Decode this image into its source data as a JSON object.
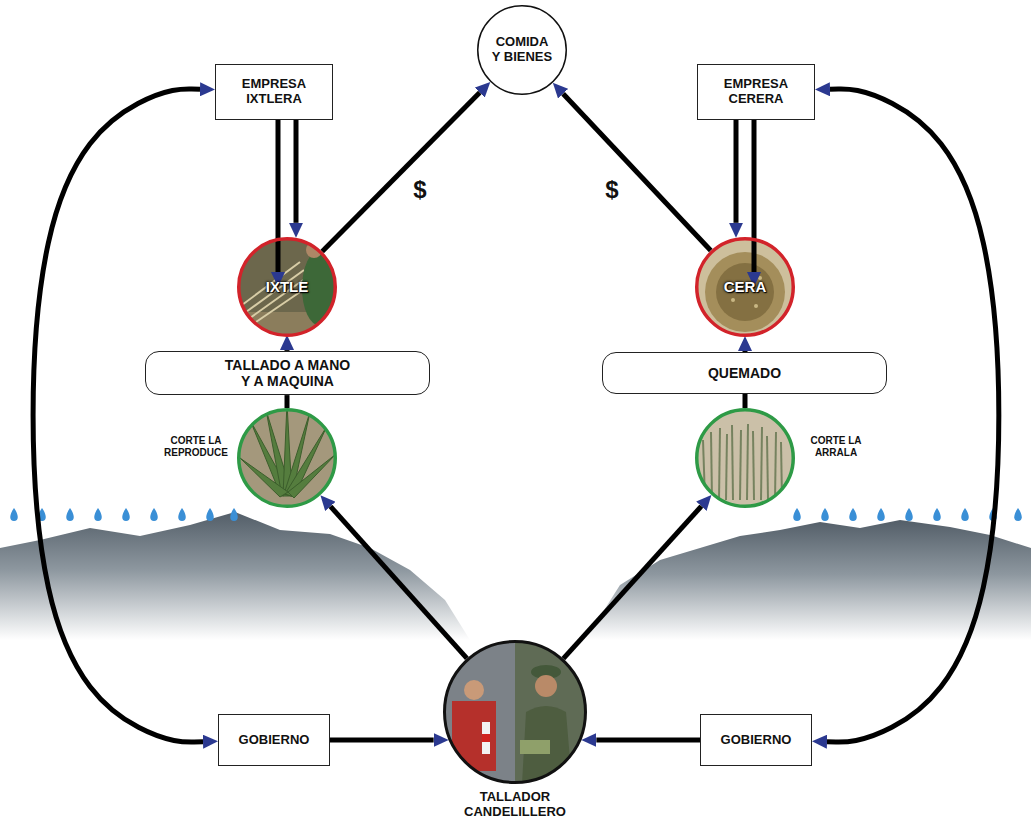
{
  "diagram": {
    "nodes": [
      {
        "text": [
          "EMPRESA IXTLERA"
        ]
      },
      {
        "text": [
          "COMIDA Y BIENES"
        ]
      },
      {
        "text": [
          "EMPRESA CERERA"
        ]
      },
      {
        "text": [
          "IXTLE"
        ]
      },
      {
        "text": [
          "CERA"
        ]
      },
      {
        "text": [
          "TALLADO A MANO Y A MAQUINA"
        ]
      },
      {
        "text": [
          "QUEMADO"
        ]
      },
      {
        "text": [
          "CORTE LA REPRODUCE"
        ]
      },
      {
        "text": [
          "CORTE LA ARRALA"
        ]
      },
      {
        "text": [
          "GOBIERNO"
        ]
      },
      {
        "text": [
          "TALLADOR CANDELILLERO"
        ]
      },
      {
        "text": [
          "GOBIERNO"
        ]
      }
    ],
    "edges": [
      {
        "from": 0,
        "to": 9,
        "arrow": "both"
      },
      {
        "from": 0,
        "to": 3,
        "arrow": "to"
      },
      {
        "from": 3,
        "to": 0,
        "arrow": "to"
      },
      {
        "from": 2,
        "to": 4,
        "arrow": "to"
      },
      {
        "from": 4,
        "to": 2,
        "arrow": "to"
      },
      {
        "from": 2,
        "to": 11,
        "arrow": "both"
      },
      {
        "from": 3,
        "to": 1,
        "label": "$",
        "arrow": "to"
      },
      {
        "from": 4,
        "to": 1,
        "label": "$",
        "arrow": "to"
      },
      {
        "from": 5,
        "to": 3,
        "arrow": "to"
      },
      {
        "from": 6,
        "to": 4,
        "arrow": "to"
      },
      {
        "from": 7,
        "to": 5,
        "arrow": "none"
      },
      {
        "from": 8,
        "to": 6,
        "arrow": "none"
      },
      {
        "from": 10,
        "to": 7,
        "arrow": "to"
      },
      {
        "from": 10,
        "to": 8,
        "arrow": "to"
      },
      {
        "from": 9,
        "to": 10,
        "arrow": "to"
      },
      {
        "from": 11,
        "to": 10,
        "arrow": "to"
      }
    ]
  }
}
